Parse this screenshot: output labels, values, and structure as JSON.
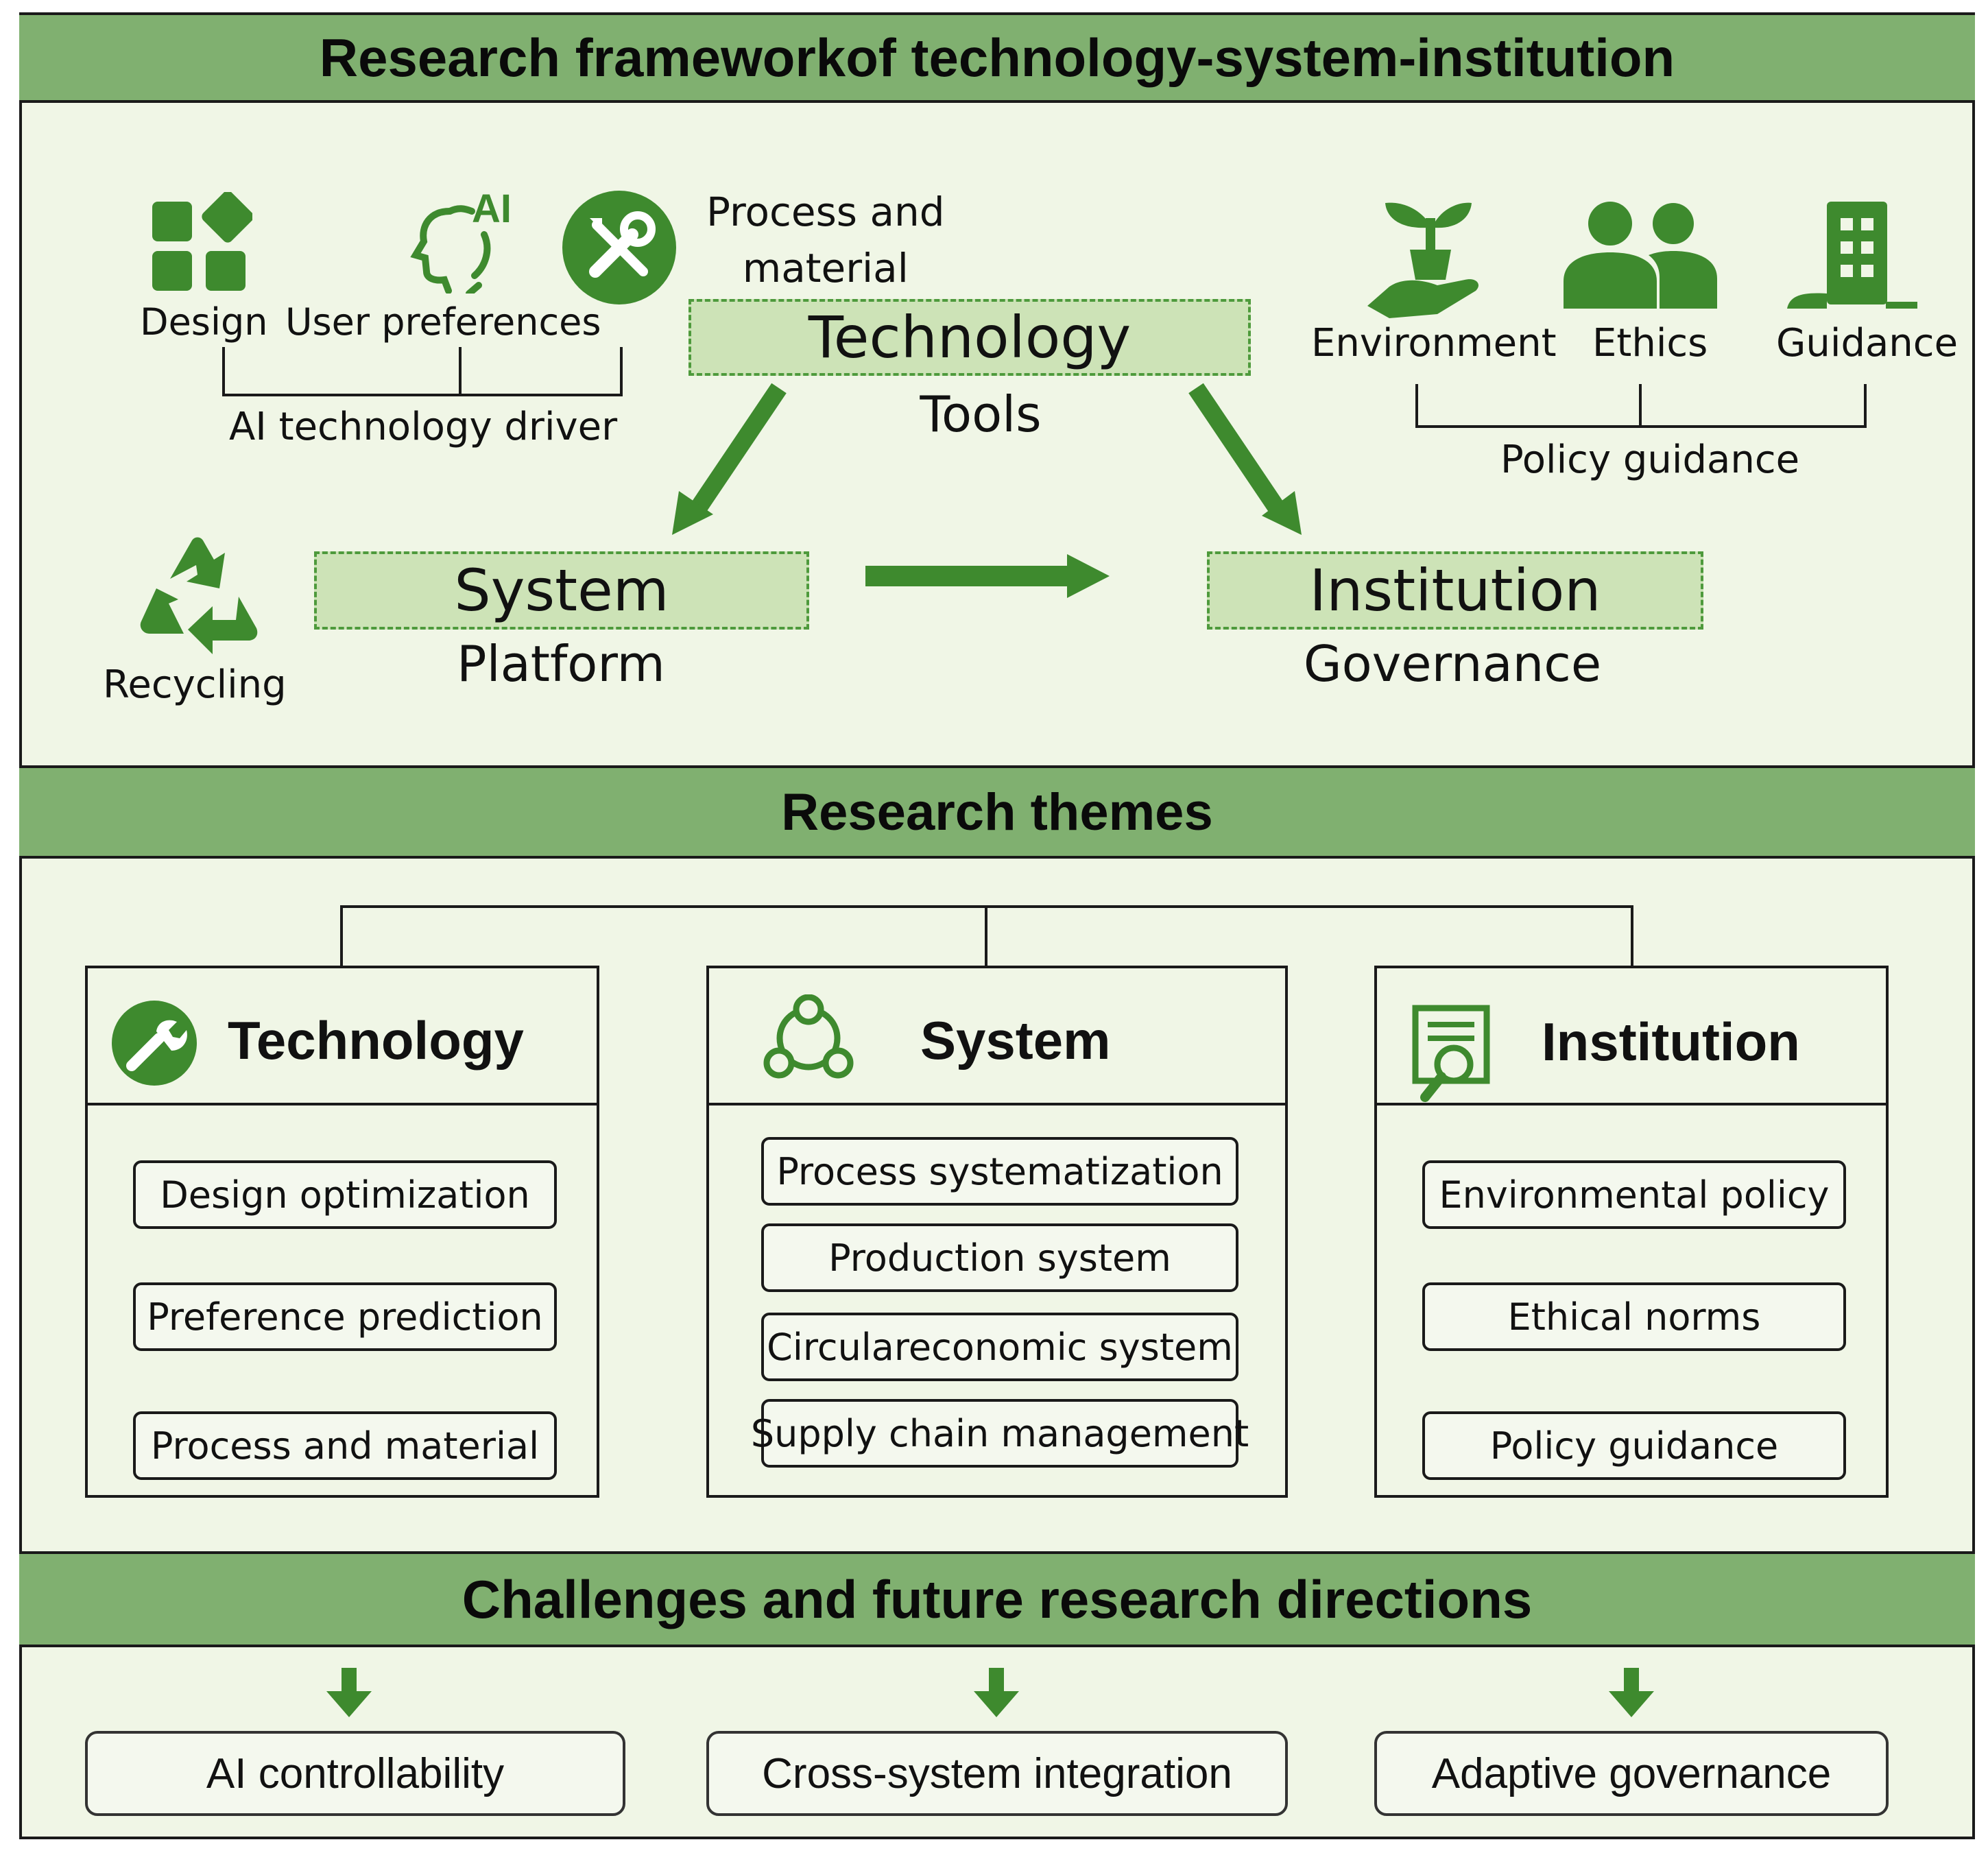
{
  "title": "Research frameworkof technology-system-institution",
  "framework": {
    "ai_icons": {
      "design": "Design",
      "user_preferences": "User preferences",
      "group_label": "AI technology driver"
    },
    "process_material": "Process and\nmaterial",
    "technology": {
      "label": "Technology",
      "sublabel": "Tools"
    },
    "system": {
      "label": "System",
      "sublabel": "Platform"
    },
    "institution": {
      "label": "Institution",
      "sublabel": "Governance"
    },
    "recycling": "Recycling",
    "policy_icons": {
      "environment": "Environment",
      "ethics": "Ethics",
      "guidance": "Guidance",
      "group_label": "Policy guidance"
    },
    "icons": [
      "design-icon",
      "ai-head-icon",
      "tools-icon",
      "recycle-icon",
      "plant-hand-icon",
      "people-icon",
      "building-icon"
    ]
  },
  "themes": {
    "title": "Research themes",
    "columns": [
      {
        "title": "Technology",
        "icon": "wrench-icon",
        "items": [
          "Design optimization",
          "Preference prediction",
          "Process and material"
        ]
      },
      {
        "title": "System",
        "icon": "network-icon",
        "items": [
          "Process systematization",
          "Production system",
          "Circulareconomic system",
          "Supply chain management"
        ]
      },
      {
        "title": "Institution",
        "icon": "certificate-icon",
        "items": [
          "Environmental policy",
          "Ethical norms",
          "Policy guidance"
        ]
      }
    ]
  },
  "challenges": {
    "title": "Challenges and future research directions",
    "items": [
      "AI controllability",
      "Cross-system integration",
      "Adaptive governance"
    ]
  },
  "colors": {
    "band": "#80b070",
    "panel_bg": "#f0f6e6",
    "icon_green": "#3e8a2e",
    "arrow_green": "#3e8a2e",
    "dash_fill": "#cde3b7"
  }
}
